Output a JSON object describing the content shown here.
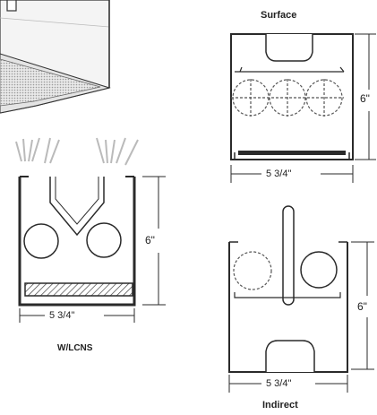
{
  "views": {
    "surface": {
      "title": "Surface",
      "height": "6\"",
      "width": "5 3/4\""
    },
    "wlcns": {
      "title": "W/LCNS",
      "height": "6\"",
      "width": "5 3/4\""
    },
    "indirect": {
      "title": "Indirect",
      "height": "6\"",
      "width": "5 3/4\""
    }
  },
  "colors": {
    "line": "#2a2a2a",
    "dashed": "#555555",
    "hatch": "#444444",
    "shade": "#cfcfcf"
  }
}
